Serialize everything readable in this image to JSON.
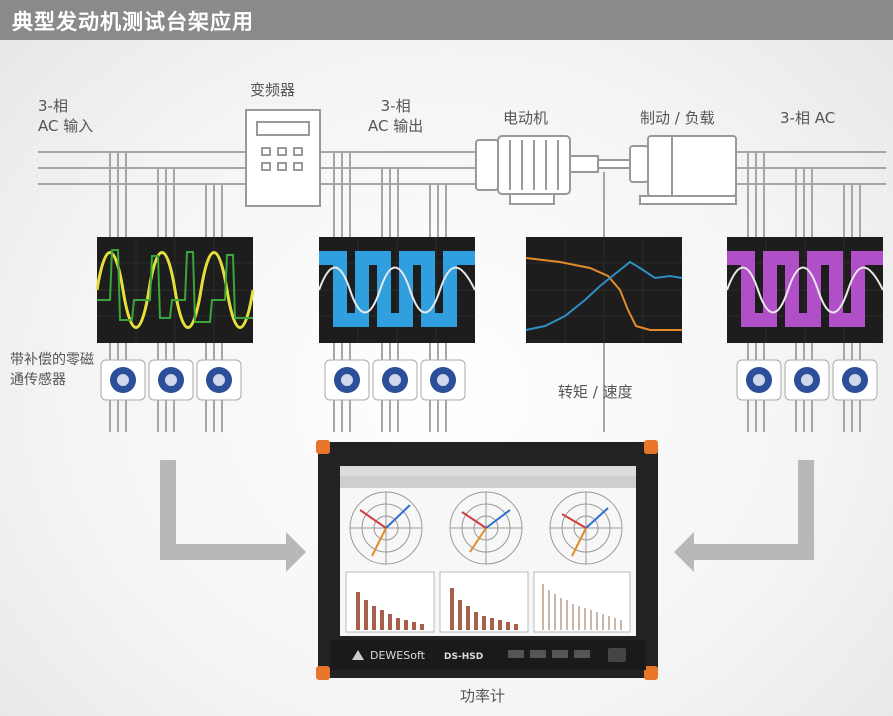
{
  "header": {
    "title": "典型发动机测试台架应用"
  },
  "labels": {
    "ac_input_l1": "3-相",
    "ac_input_l2": "AC 输入",
    "inverter": "变频器",
    "ac_output_l1": "3-相",
    "ac_output_l2": "AC 输出",
    "motor": "电动机",
    "brake": "制动 / 负载",
    "ac_right": "3-相 AC",
    "sensor_l1": "带补偿的零磁",
    "sensor_l2": "通传感器",
    "torque": "转矩 / 速度",
    "power_meter": "功率计"
  },
  "device": {
    "brand": "DEWESoft",
    "model": "DS-HSD"
  },
  "colors": {
    "header_bg": "#8a8a8a",
    "wire": "#a6a6a6",
    "scope_bg": "#1d1d1d",
    "wave_yellow": "#e8e03a",
    "wave_green": "#3aa53a",
    "wave_blue": "#2f9fe0",
    "wave_purple": "#b04fc8",
    "trace_orange": "#e58a2a",
    "trace_cyan": "#2e8fc4",
    "arrow": "#b8b8b8",
    "bumper": "#e8762a"
  }
}
